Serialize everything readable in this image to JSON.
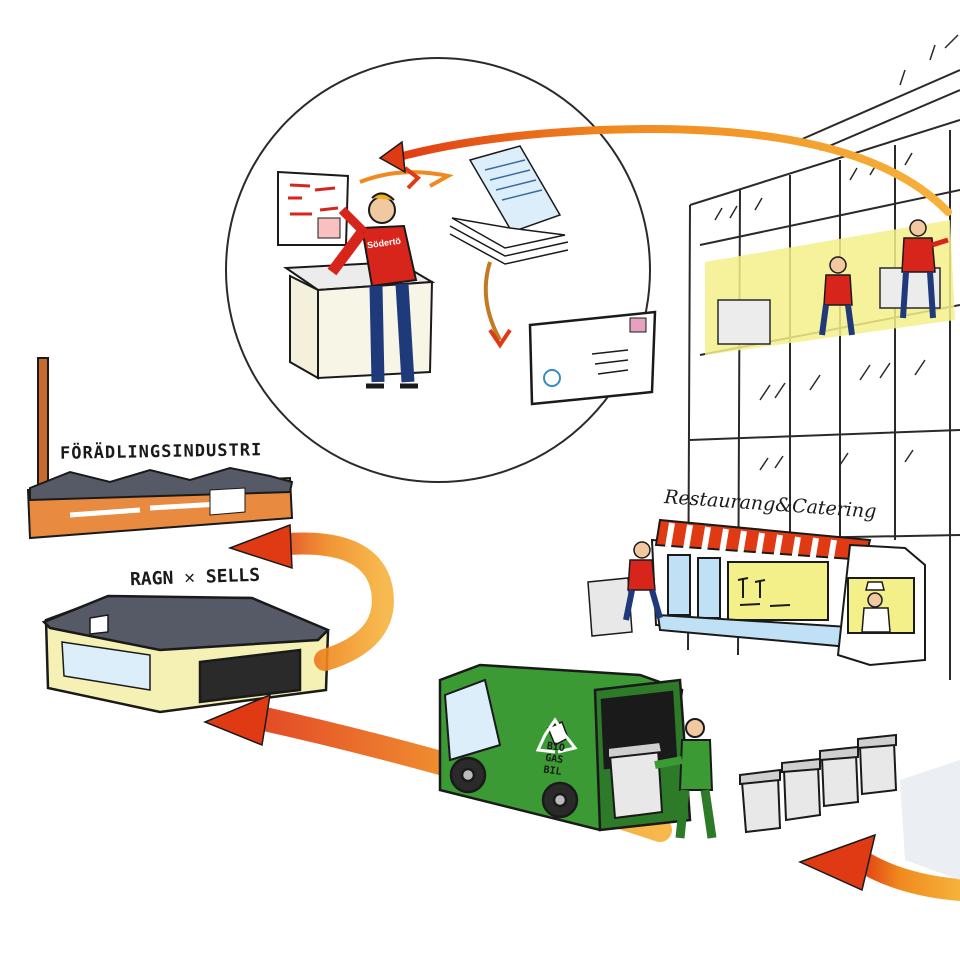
{
  "labels": {
    "factory": "FÖRÄDLINGSINDUSTRI",
    "recycler": "RAGN ✕ SELLS",
    "restaurant": "Restaurang&Catering",
    "shirt": "Södertö",
    "truck": "BIO GAS BIL"
  },
  "colors": {
    "arrow_orange": "#f08a1e",
    "arrow_red": "#e03a14",
    "shirt_red": "#d8251c",
    "truck_green": "#3c9a35",
    "highlight_yellow": "#f3f08a",
    "building_line": "#2a2a2a"
  }
}
